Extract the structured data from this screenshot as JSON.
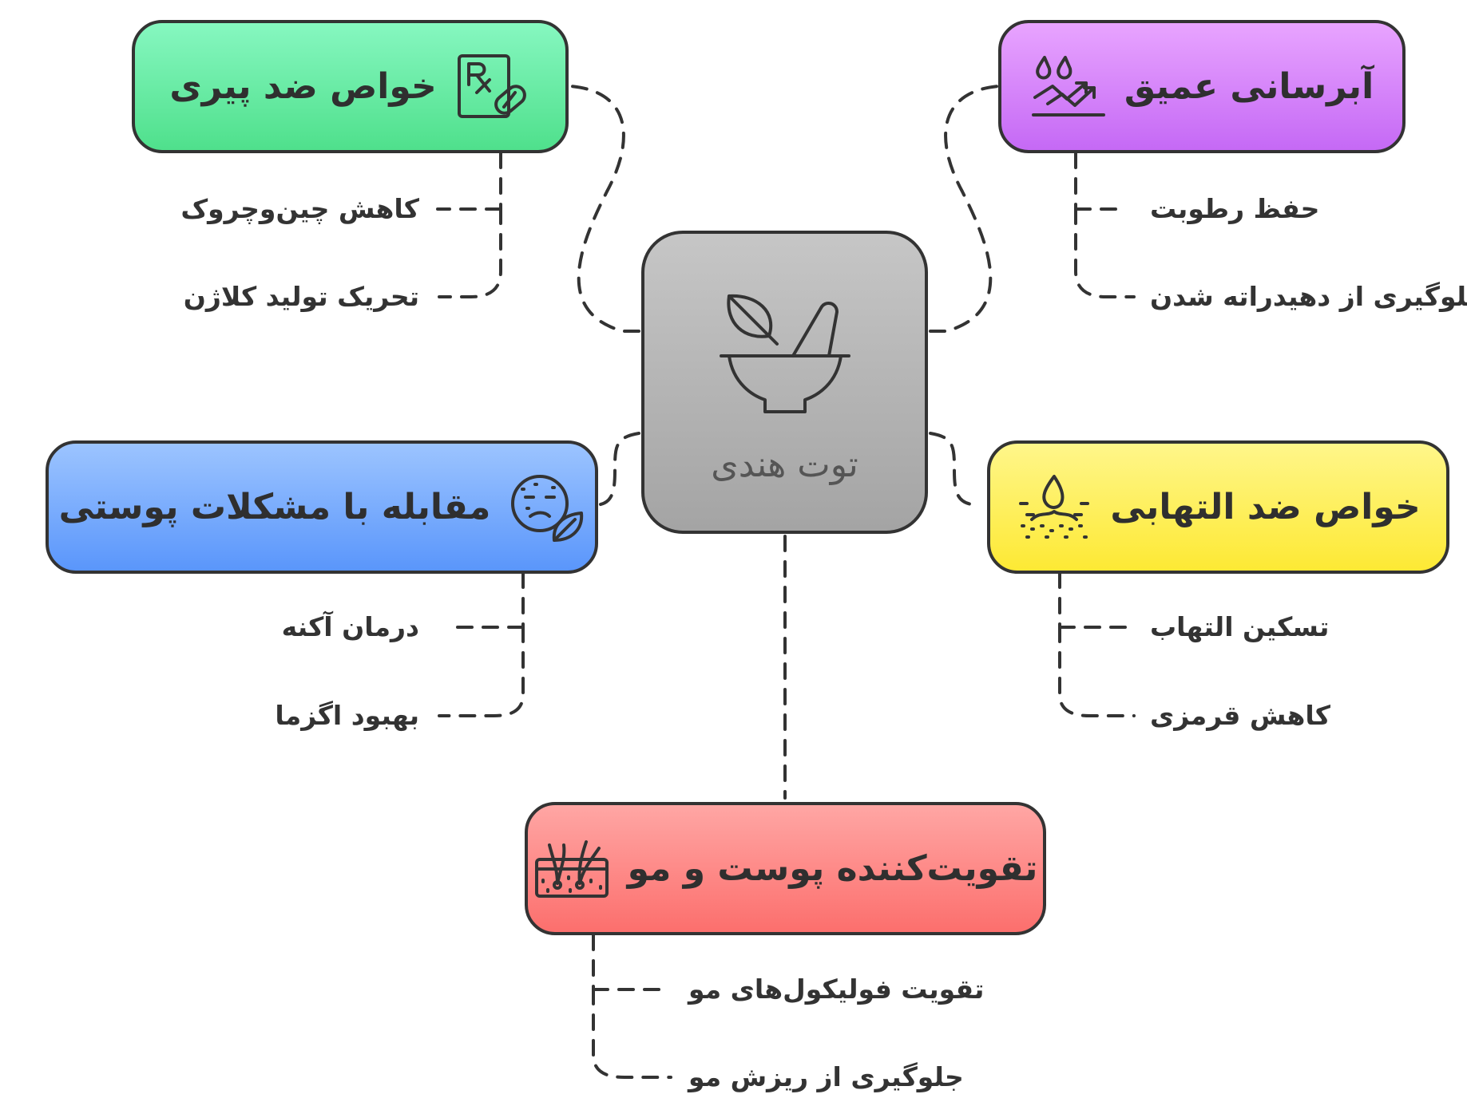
{
  "center": {
    "title": "توت هندی",
    "icon": "mortar-pestle-leaf-icon"
  },
  "branches": {
    "anti_aging": {
      "title": "خواص ضد پیری",
      "icon": "prescription-pill-icon",
      "color_top": "#86f7c0",
      "color_bottom": "#4fe08c",
      "items": [
        "کاهش چین‌وچروک",
        "تحریک تولید کلاژن"
      ]
    },
    "hydration": {
      "title": "آبرسانی عمیق",
      "icon": "water-drops-growth-icon",
      "color_top": "#e8a4ff",
      "color_bottom": "#c569f5",
      "items": [
        "حفظ رطوبت",
        "جلوگیری از دهیدراته شدن"
      ]
    },
    "skin_problems": {
      "title": "مقابله با مشکلات پوستی",
      "icon": "face-leaf-icon",
      "color_top": "#9cc4ff",
      "color_bottom": "#5a96fb",
      "items": [
        "درمان آکنه",
        "بهبود اگزما"
      ]
    },
    "anti_inflammatory": {
      "title": "خواص ضد التهابی",
      "icon": "soothing-drop-icon",
      "color_top": "#fff68a",
      "color_bottom": "#fde934",
      "items": [
        "تسکین التهاب",
        "کاهش قرمزی"
      ]
    },
    "strengthening": {
      "title": "تقویت‌کننده پوست و مو",
      "icon": "hair-follicle-icon",
      "color_top": "#ffa6a4",
      "color_bottom": "#fc6f6d",
      "items": [
        "تقویت فولیکول‌های مو",
        "جلوگیری از ریزش مو"
      ]
    }
  }
}
